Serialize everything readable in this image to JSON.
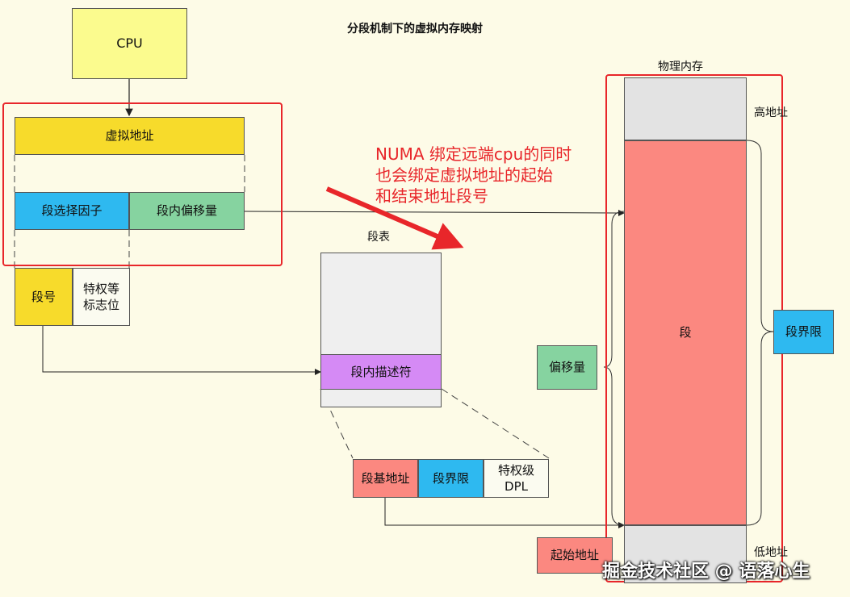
{
  "title": "分段机制下的虚拟内存映射",
  "cpu": "CPU",
  "virtual_address": "虚拟地址",
  "segment_selector": "段选择因子",
  "segment_offset": "段内偏移量",
  "segment_number": "段号",
  "privilege_flags": "特权等\n标志位",
  "segment_table_label": "段表",
  "segment_descriptor": "段内描述符",
  "segment_base": "段基地址",
  "segment_limit": "段界限",
  "privilege_level": "特权级\nDPL",
  "physical_memory_label": "物理内存",
  "high_address": "高地址",
  "low_address": "低地址",
  "segment": "段",
  "offset": "偏移量",
  "segment_limit_side": "段界限",
  "start_address": "起始地址",
  "annotation": "NUMA 绑定远端cpu的同时\n也会绑定虚拟地址的起始\n和结束地址段号",
  "watermark": "掘金技术社区 @ 语落心生",
  "colors": {
    "yellow_light": "#fbfb8e",
    "yellow": "#f7db2b",
    "blue": "#2eb9f0",
    "green": "#86d3a0",
    "purple": "#d58af5",
    "red_segment": "#fb8880",
    "gray": "#e3e3e3",
    "annotation_red": "#e8262a"
  }
}
